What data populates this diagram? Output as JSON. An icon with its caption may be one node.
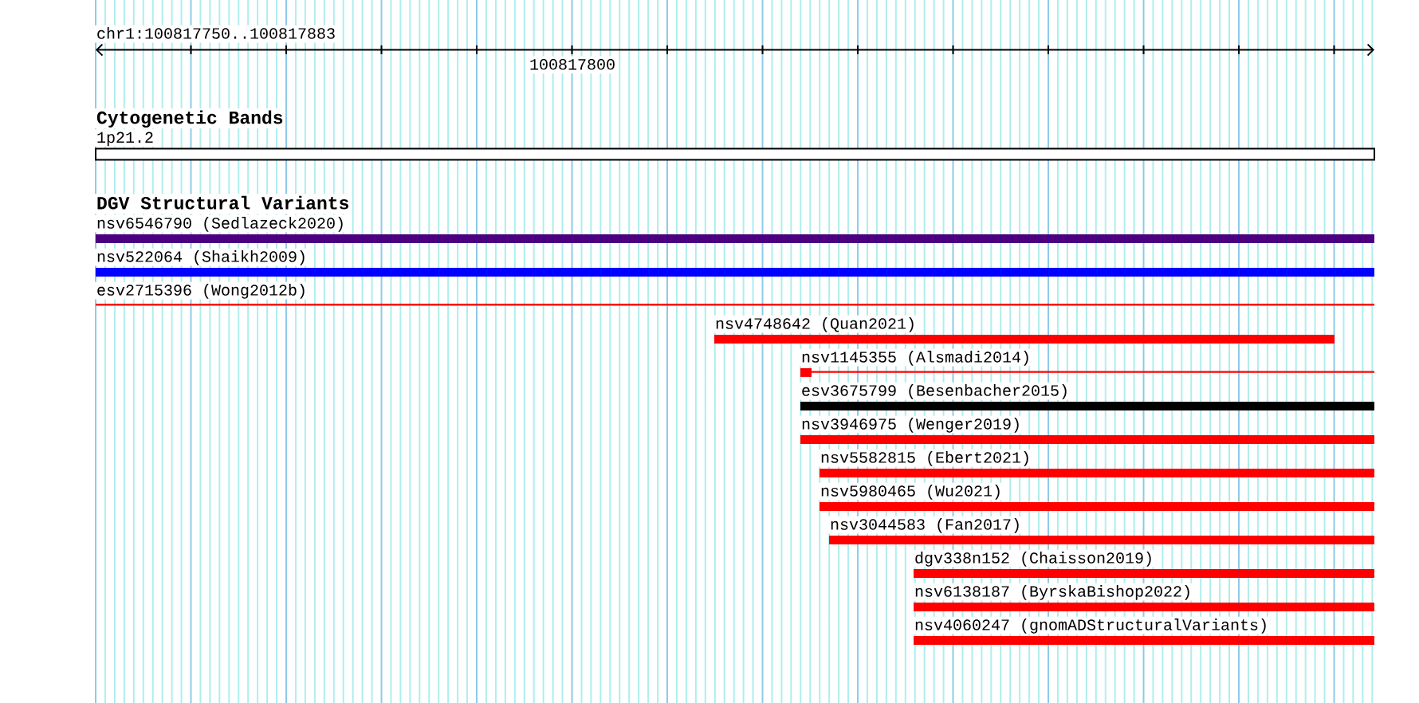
{
  "diagram": {
    "nodes": [
      {
        "text": [
          "1p21.2"
        ]
      },
      {
        "text": [
          "nsv6546790 (Sedlazeck2020)"
        ]
      },
      {
        "text": [
          "nsv522064 (Shaikh2009)"
        ]
      },
      {
        "text": [
          "esv2715396 (Wong2012b)"
        ]
      },
      {
        "text": [
          "nsv4748642 (Quan2021)"
        ]
      },
      {
        "text": [
          "nsv1145355 (Alsmadi2014)"
        ]
      },
      {
        "text": [
          "esv3675799 (Besenbacher2015)"
        ]
      },
      {
        "text": [
          "nsv3946975 (Wenger2019)"
        ]
      },
      {
        "text": [
          "nsv5582815 (Ebert2021)"
        ]
      },
      {
        "text": [
          "nsv5980465 (Wu2021)"
        ]
      },
      {
        "text": [
          "nsv3044583 (Fan2017)"
        ]
      },
      {
        "text": [
          "dgv338n152 (Chaisson2019)"
        ]
      },
      {
        "text": [
          "nsv6138187 (ByrskaBishop2022)"
        ]
      },
      {
        "text": [
          "nsv4060247 (gnomADStructuralVariants)"
        ]
      }
    ],
    "labels": [
      "chr1:100817750..100817883",
      "100817800",
      "Cytogenetic Bands",
      "DGV Structural Variants"
    ]
  }
}
